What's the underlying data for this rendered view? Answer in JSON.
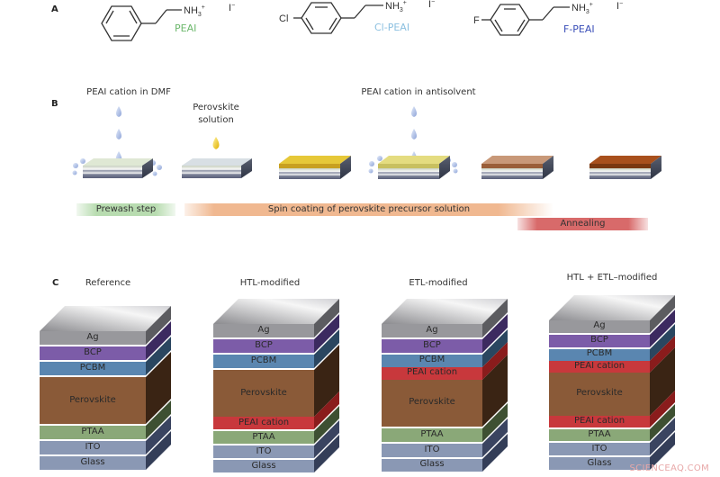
{
  "panel_a": {
    "letter": "A",
    "molecules": [
      {
        "name": "PEAI",
        "substituent": "",
        "amine": "NH3+",
        "counterion": "I−",
        "color": "#6db86d"
      },
      {
        "name": "Cl-PEAI",
        "substituent": "Cl",
        "amine": "NH3+",
        "counterion": "I−",
        "color": "#8cc0e0"
      },
      {
        "name": "F-PEAI",
        "substituent": "F",
        "amine": "NH3+",
        "counterion": "I−",
        "color": "#3b4fb8"
      }
    ]
  },
  "panel_b": {
    "letter": "B",
    "captions": {
      "dmf": "PEAI cation in DMF",
      "perovskite_solution": "Perovskite\nsolution",
      "antisolvent": "PEAI cation in antisolvent"
    },
    "steps": [
      {
        "label": "Prewash step",
        "color": "#b8dcb0"
      },
      {
        "label": "Spin coating of perovskite precursor solution",
        "color": "#f0b890"
      },
      {
        "label": "Annealing",
        "color": "#d86a6a"
      }
    ],
    "substrates": [
      {
        "top_color": "#dfe8d4"
      },
      {
        "top_color": "#d8dfe4"
      },
      {
        "top_color": "#e0c030"
      },
      {
        "top_color": "#e4dc80"
      },
      {
        "top_color": "#c89878"
      },
      {
        "top_color": "#a8501c"
      }
    ]
  },
  "panel_c": {
    "letter": "C",
    "stacks": [
      {
        "title": "Reference",
        "layers": [
          "Ag",
          "BCP",
          "PCBM",
          "Perovskite",
          "PTAA",
          "ITO",
          "Glass"
        ]
      },
      {
        "title": "HTL-modified",
        "layers": [
          "Ag",
          "BCP",
          "PCBM",
          "Perovskite",
          "PEAI cation",
          "PTAA",
          "ITO",
          "Glass"
        ]
      },
      {
        "title": "ETL-modified",
        "layers": [
          "Ag",
          "BCP",
          "PCBM",
          "PEAI cation",
          "Perovskite",
          "PTAA",
          "ITO",
          "Glass"
        ]
      },
      {
        "title": "HTL + ETL–modified",
        "layers": [
          "Ag",
          "BCP",
          "PCBM",
          "PEAI cation",
          "Perovskite",
          "PEAI cation",
          "PTAA",
          "ITO",
          "Glass"
        ]
      }
    ],
    "layer_colors": {
      "Ag": "#9a9a9e",
      "BCP": "#7c5ca8",
      "PCBM": "#5a86b0",
      "PEAI cation": "#c8383c",
      "Perovskite": "#8a5a38",
      "PTAA": "#8aa878",
      "ITO": "#8a98b4",
      "Glass": "#8a98b4"
    }
  },
  "watermark": "SCIENCEAQ.COM"
}
